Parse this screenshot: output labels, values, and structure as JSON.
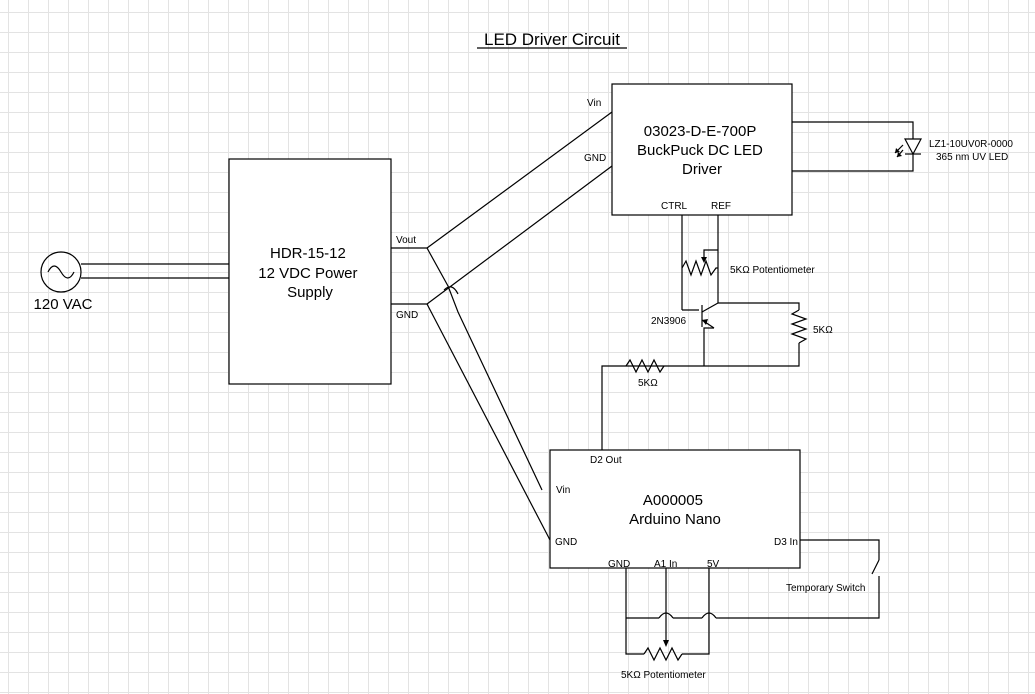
{
  "diagram": {
    "title": "LED Driver Circuit",
    "source": {
      "label": "120 VAC"
    },
    "power_supply": {
      "lines": [
        "HDR-15-12",
        "12 VDC  Power",
        "Supply"
      ],
      "pin_vout": "Vout",
      "pin_gnd": "GND"
    },
    "driver": {
      "lines": [
        "03023-D-E-700P",
        "BuckPuck DC LED",
        "Driver"
      ],
      "pin_vin": "Vin",
      "pin_gnd": "GND",
      "pin_ctrl": "CTRL",
      "pin_ref": "REF"
    },
    "led": {
      "lines": [
        "LZ1-10UV0R-0000",
        "365 nm UV LED"
      ]
    },
    "pot_top": {
      "label": "5KΩ Potentiometer"
    },
    "transistor": {
      "label": "2N3906"
    },
    "res_right": {
      "label": "5KΩ"
    },
    "res_left": {
      "label": "5KΩ"
    },
    "arduino": {
      "lines": [
        "A000005",
        "Arduino Nano"
      ],
      "pin_d2": "D2 Out",
      "pin_vin": "Vin",
      "pin_gnd_left": "GND",
      "pin_d3": "D3 In",
      "pin_gnd_bottom": "GND",
      "pin_a1": "A1 In",
      "pin_5v": "5V"
    },
    "switch": {
      "label": "Temporary Switch"
    },
    "pot_bottom": {
      "label": "5KΩ Potentiometer"
    }
  }
}
